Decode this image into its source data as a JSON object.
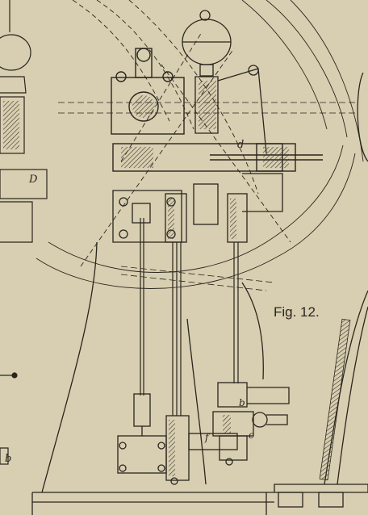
{
  "figure": {
    "caption": "Fig. 12.",
    "part_labels": {
      "d_upper": "d",
      "D_left": "D",
      "b_left": "b",
      "b_lower": "b",
      "c_lower": "c",
      "f_lower": "f"
    }
  },
  "colors": {
    "paper": "#d8ceb1",
    "ink": "#2a261e",
    "hatch": "#3b352a"
  }
}
